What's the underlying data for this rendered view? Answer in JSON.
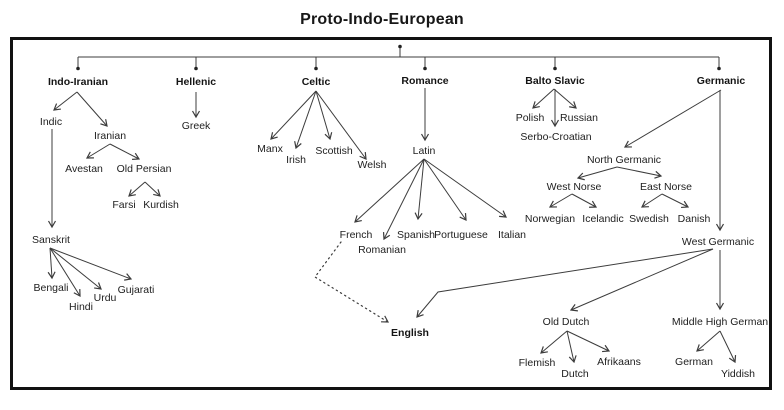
{
  "title": "Proto-Indo-European",
  "colors": {
    "background": "#ffffff",
    "text": "#212121",
    "bold_text": "#141414",
    "line": "#3c3c3c",
    "frame_border": "#111111"
  },
  "nodes": {
    "indo_iranian": {
      "label": "Indo-Iranian"
    },
    "hellenic": {
      "label": "Hellenic"
    },
    "celtic": {
      "label": "Celtic"
    },
    "romance": {
      "label": "Romance"
    },
    "balto_slavic": {
      "label": "Balto Slavic"
    },
    "germanic": {
      "label": "Germanic"
    },
    "indic": {
      "label": "Indic"
    },
    "iranian": {
      "label": "Iranian"
    },
    "greek": {
      "label": "Greek"
    },
    "avestan": {
      "label": "Avestan"
    },
    "old_persian": {
      "label": "Old Persian"
    },
    "farsi": {
      "label": "Farsi"
    },
    "kurdish": {
      "label": "Kurdish"
    },
    "sanskrit": {
      "label": "Sanskrit"
    },
    "bengali": {
      "label": "Bengali"
    },
    "hindi": {
      "label": "Hindi"
    },
    "urdu": {
      "label": "Urdu"
    },
    "gujarati": {
      "label": "Gujarati"
    },
    "manx": {
      "label": "Manx"
    },
    "irish": {
      "label": "Irish"
    },
    "scottish": {
      "label": "Scottish"
    },
    "welsh": {
      "label": "Welsh"
    },
    "latin": {
      "label": "Latin"
    },
    "french": {
      "label": "French"
    },
    "romanian": {
      "label": "Romanian"
    },
    "spanish": {
      "label": "Spanish"
    },
    "portuguese": {
      "label": "Portuguese"
    },
    "italian": {
      "label": "Italian"
    },
    "polish": {
      "label": "Polish"
    },
    "russian": {
      "label": "Russian"
    },
    "serbo_croatian": {
      "label": "Serbo-Croatian"
    },
    "north_germanic": {
      "label": "North Germanic"
    },
    "west_norse": {
      "label": "West Norse"
    },
    "east_norse": {
      "label": "East Norse"
    },
    "norwegian": {
      "label": "Norwegian"
    },
    "icelandic": {
      "label": "Icelandic"
    },
    "swedish": {
      "label": "Swedish"
    },
    "danish": {
      "label": "Danish"
    },
    "west_germanic": {
      "label": "West Germanic"
    },
    "english": {
      "label": "English"
    },
    "old_dutch": {
      "label": "Old Dutch"
    },
    "middle_high_german": {
      "label": "Middle High German"
    },
    "flemish": {
      "label": "Flemish"
    },
    "dutch": {
      "label": "Dutch"
    },
    "afrikaans": {
      "label": "Afrikaans"
    },
    "german": {
      "label": "German"
    },
    "yiddish": {
      "label": "Yiddish"
    }
  },
  "edges": [
    {
      "from": "proto_indo_european",
      "to": "indo_iranian",
      "style": "trunk"
    },
    {
      "from": "proto_indo_european",
      "to": "hellenic",
      "style": "trunk"
    },
    {
      "from": "proto_indo_european",
      "to": "celtic",
      "style": "trunk"
    },
    {
      "from": "proto_indo_european",
      "to": "romance",
      "style": "trunk"
    },
    {
      "from": "proto_indo_european",
      "to": "balto_slavic",
      "style": "trunk"
    },
    {
      "from": "proto_indo_european",
      "to": "germanic",
      "style": "trunk"
    },
    {
      "from": "indo_iranian",
      "to": "indic",
      "style": "solid"
    },
    {
      "from": "indo_iranian",
      "to": "iranian",
      "style": "solid"
    },
    {
      "from": "iranian",
      "to": "avestan",
      "style": "solid"
    },
    {
      "from": "iranian",
      "to": "old_persian",
      "style": "solid"
    },
    {
      "from": "old_persian",
      "to": "farsi",
      "style": "solid"
    },
    {
      "from": "old_persian",
      "to": "kurdish",
      "style": "solid"
    },
    {
      "from": "indic",
      "to": "sanskrit",
      "style": "solid"
    },
    {
      "from": "sanskrit",
      "to": "bengali",
      "style": "solid"
    },
    {
      "from": "sanskrit",
      "to": "hindi",
      "style": "solid"
    },
    {
      "from": "sanskrit",
      "to": "urdu",
      "style": "solid"
    },
    {
      "from": "sanskrit",
      "to": "gujarati",
      "style": "solid"
    },
    {
      "from": "hellenic",
      "to": "greek",
      "style": "solid"
    },
    {
      "from": "celtic",
      "to": "manx",
      "style": "solid"
    },
    {
      "from": "celtic",
      "to": "irish",
      "style": "solid"
    },
    {
      "from": "celtic",
      "to": "scottish",
      "style": "solid"
    },
    {
      "from": "celtic",
      "to": "welsh",
      "style": "solid"
    },
    {
      "from": "romance",
      "to": "latin",
      "style": "solid"
    },
    {
      "from": "latin",
      "to": "french",
      "style": "solid"
    },
    {
      "from": "latin",
      "to": "romanian",
      "style": "solid"
    },
    {
      "from": "latin",
      "to": "spanish",
      "style": "solid"
    },
    {
      "from": "latin",
      "to": "portuguese",
      "style": "solid"
    },
    {
      "from": "latin",
      "to": "italian",
      "style": "solid"
    },
    {
      "from": "balto_slavic",
      "to": "polish",
      "style": "solid"
    },
    {
      "from": "balto_slavic",
      "to": "russian",
      "style": "solid"
    },
    {
      "from": "balto_slavic",
      "to": "serbo_croatian",
      "style": "solid"
    },
    {
      "from": "germanic",
      "to": "north_germanic",
      "style": "solid"
    },
    {
      "from": "germanic",
      "to": "west_germanic",
      "style": "solid"
    },
    {
      "from": "north_germanic",
      "to": "west_norse",
      "style": "solid"
    },
    {
      "from": "north_germanic",
      "to": "east_norse",
      "style": "solid"
    },
    {
      "from": "west_norse",
      "to": "norwegian",
      "style": "solid"
    },
    {
      "from": "west_norse",
      "to": "icelandic",
      "style": "solid"
    },
    {
      "from": "east_norse",
      "to": "swedish",
      "style": "solid"
    },
    {
      "from": "east_norse",
      "to": "danish",
      "style": "solid"
    },
    {
      "from": "west_germanic",
      "to": "english",
      "style": "solid"
    },
    {
      "from": "west_germanic",
      "to": "old_dutch",
      "style": "solid"
    },
    {
      "from": "west_germanic",
      "to": "middle_high_german",
      "style": "solid"
    },
    {
      "from": "old_dutch",
      "to": "flemish",
      "style": "solid"
    },
    {
      "from": "old_dutch",
      "to": "dutch",
      "style": "solid"
    },
    {
      "from": "old_dutch",
      "to": "afrikaans",
      "style": "solid"
    },
    {
      "from": "middle_high_german",
      "to": "german",
      "style": "solid"
    },
    {
      "from": "middle_high_german",
      "to": "yiddish",
      "style": "solid"
    },
    {
      "from": "french",
      "to": "english",
      "style": "dotted"
    }
  ]
}
